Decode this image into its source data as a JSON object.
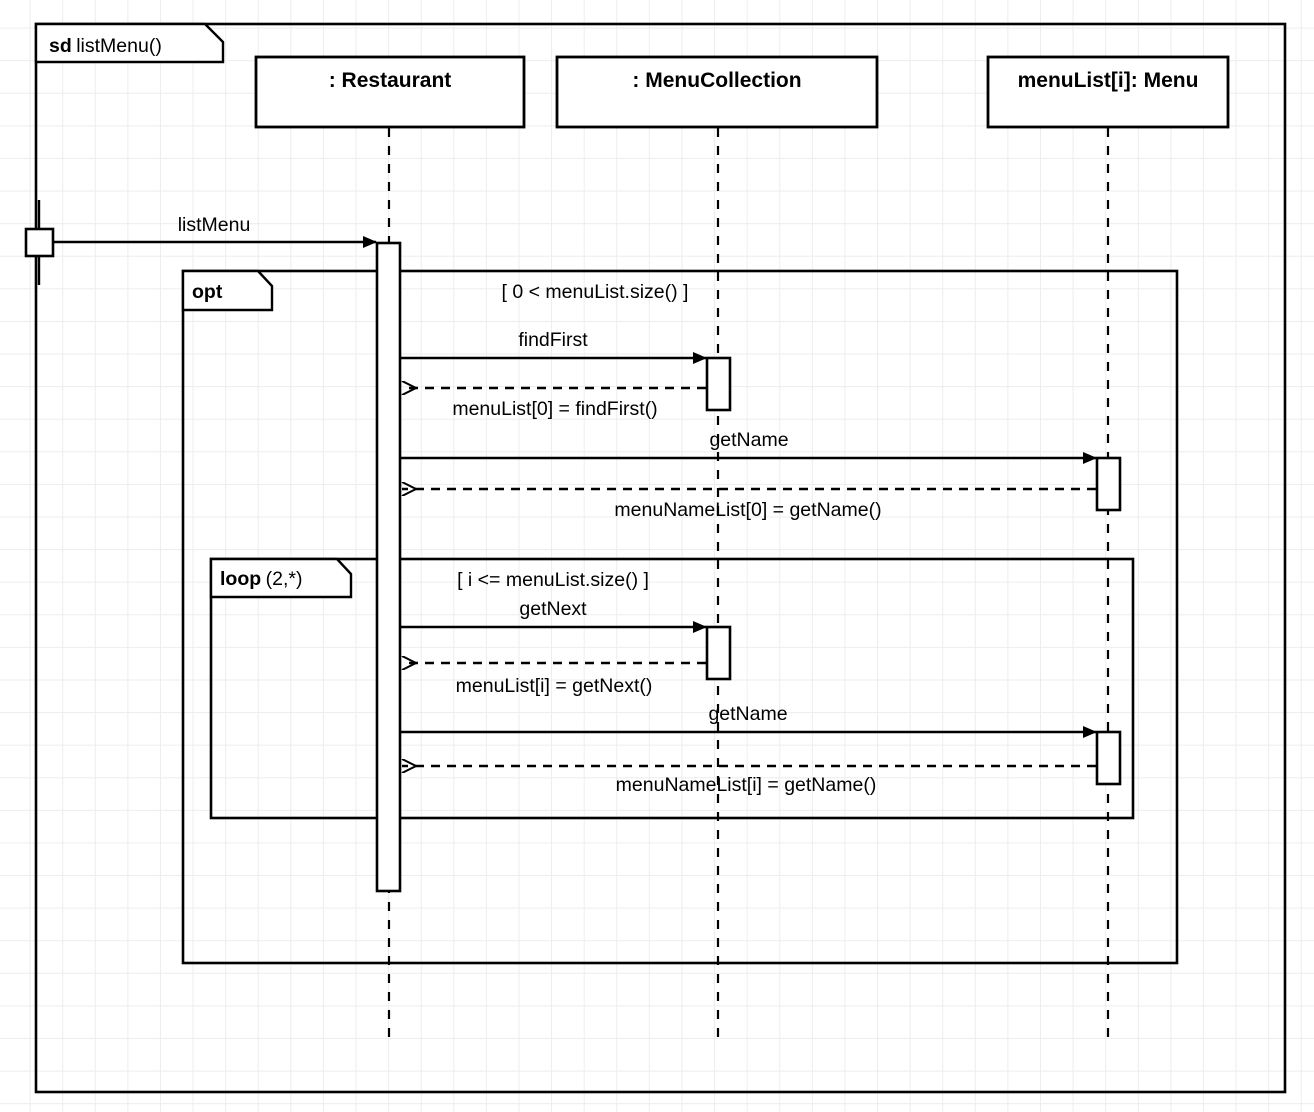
{
  "diagram": {
    "type": "uml-sequence-diagram",
    "frame": {
      "kind": "sd",
      "name": "listMenu()"
    },
    "lifelines": [
      {
        "id": "restaurant",
        "label": ": Restaurant"
      },
      {
        "id": "menucollection",
        "label": ": MenuCollection"
      },
      {
        "id": "menu",
        "label": "menuList[i]: Menu"
      }
    ],
    "found_message": {
      "label": "listMenu"
    },
    "fragments": [
      {
        "id": "opt-fragment",
        "kind": "opt",
        "args": "",
        "guard": "[ 0 < menuList.size() ]"
      },
      {
        "id": "loop-fragment",
        "kind": "loop",
        "args": "(2,*)",
        "guard": "[ i <= menuList.size() ]"
      }
    ],
    "messages": [
      {
        "id": "m1",
        "label": "findFirst",
        "kind": "call",
        "from": "restaurant",
        "to": "menucollection"
      },
      {
        "id": "m2",
        "label": "menuList[0] = findFirst()",
        "kind": "return",
        "from": "menucollection",
        "to": "restaurant"
      },
      {
        "id": "m3",
        "label": "getName",
        "kind": "call",
        "from": "restaurant",
        "to": "menu"
      },
      {
        "id": "m4",
        "label": "menuNameList[0] = getName()",
        "kind": "return",
        "from": "menu",
        "to": "restaurant"
      },
      {
        "id": "m5",
        "label": "getNext",
        "kind": "call",
        "from": "restaurant",
        "to": "menucollection"
      },
      {
        "id": "m6",
        "label": "menuList[i] = getNext()",
        "kind": "return",
        "from": "menucollection",
        "to": "restaurant"
      },
      {
        "id": "m7",
        "label": "getName",
        "kind": "call",
        "from": "restaurant",
        "to": "menu"
      },
      {
        "id": "m8",
        "label": "menuNameList[i] = getName()",
        "kind": "return",
        "from": "menu",
        "to": "restaurant"
      }
    ],
    "colors": {
      "stroke": "#000000",
      "fill": "#ffffff",
      "grid": "#ededed"
    }
  }
}
